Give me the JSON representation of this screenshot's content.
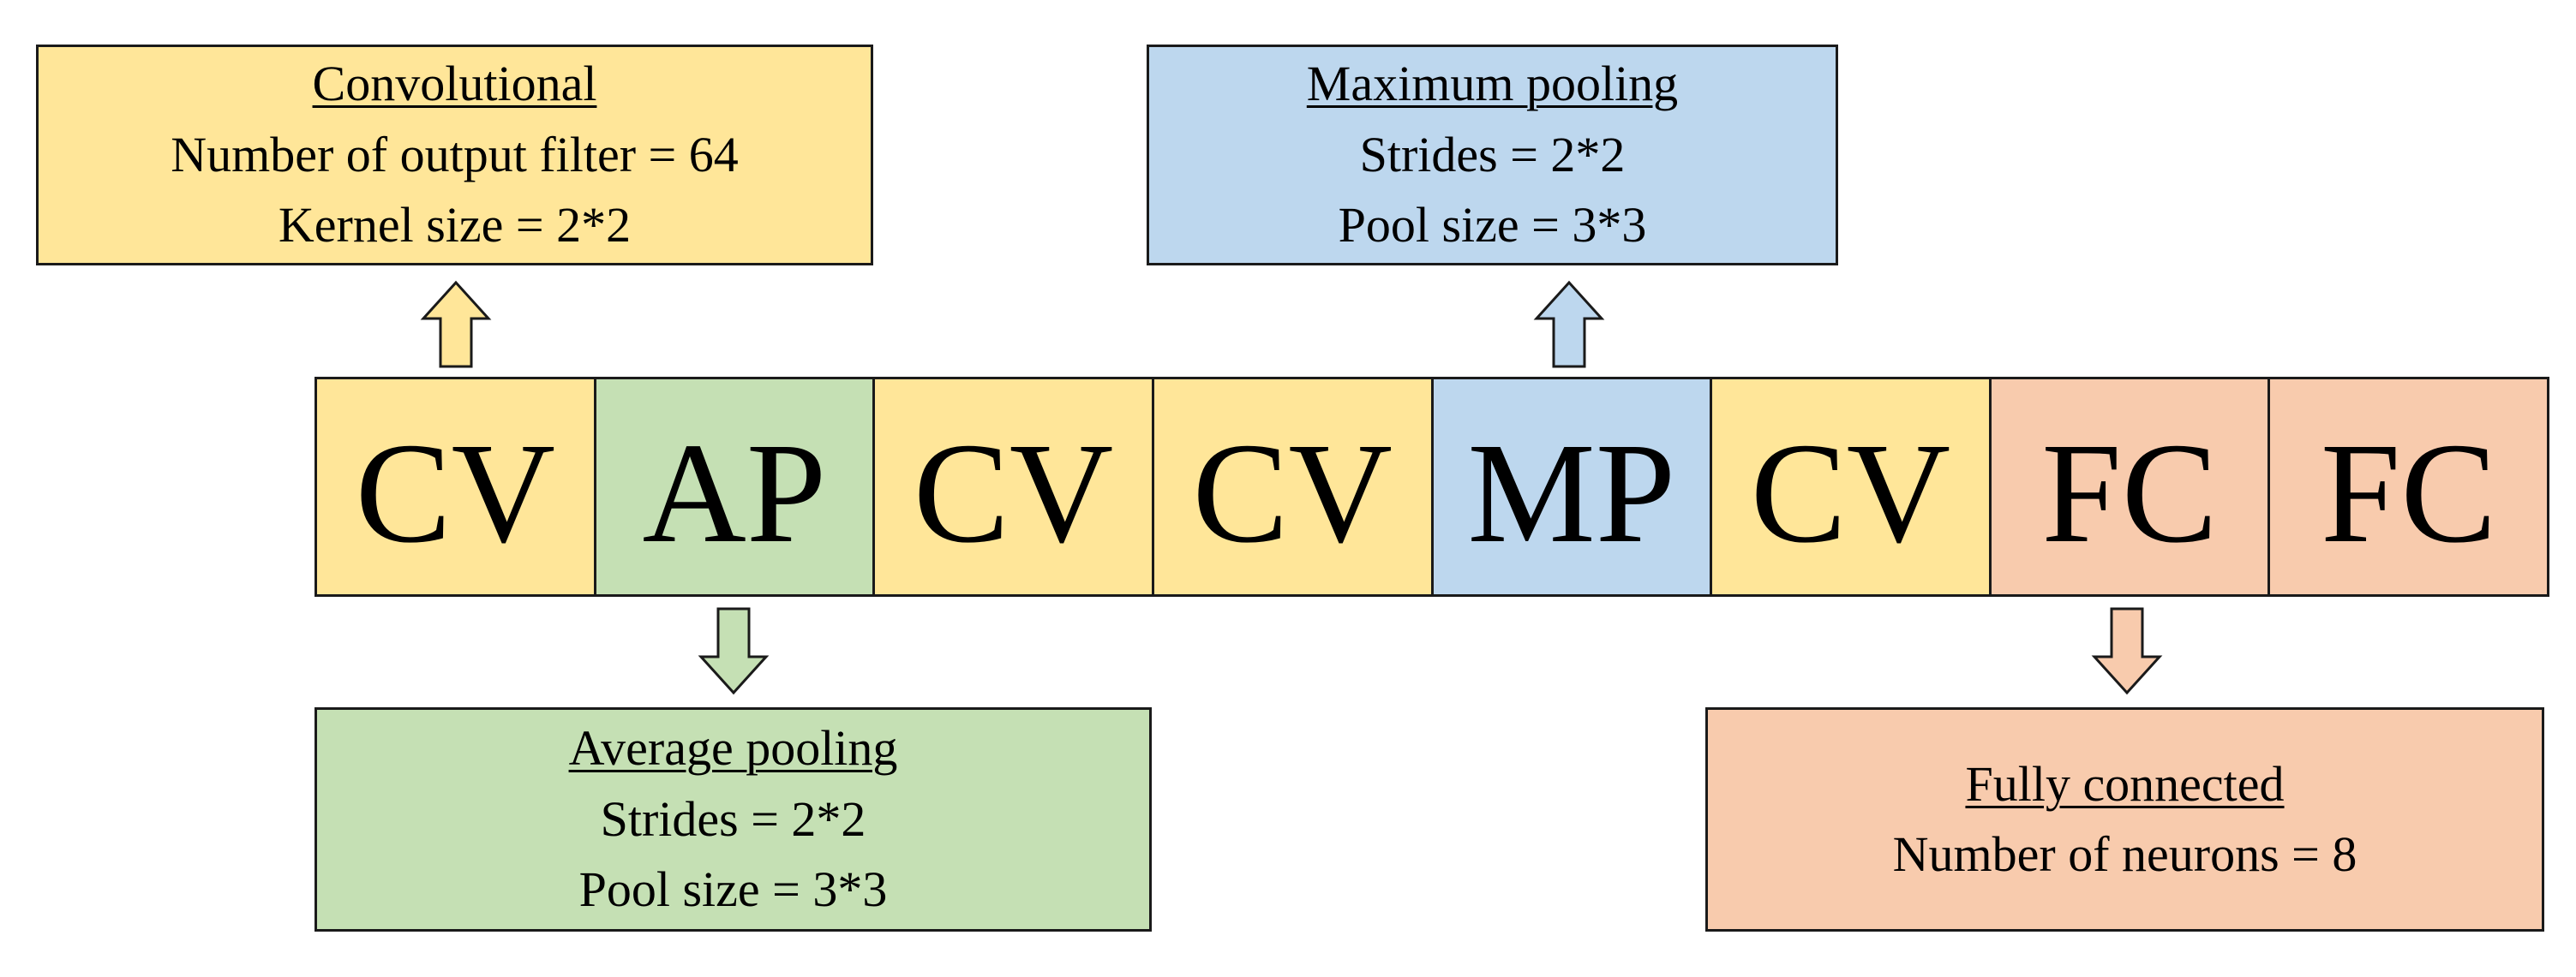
{
  "colors": {
    "convolutional": "#ffe699",
    "average_pooling": "#c5e0b4",
    "maximum_pooling": "#bdd7ee",
    "fully_connected": "#f8cbad",
    "border": "#1a1a1a"
  },
  "layers": [
    {
      "label": "CV",
      "kind": "convolutional"
    },
    {
      "label": "AP",
      "kind": "average_pooling"
    },
    {
      "label": "CV",
      "kind": "convolutional"
    },
    {
      "label": "CV",
      "kind": "convolutional"
    },
    {
      "label": "MP",
      "kind": "maximum_pooling"
    },
    {
      "label": "CV",
      "kind": "convolutional"
    },
    {
      "label": "FC",
      "kind": "fully_connected"
    },
    {
      "label": "FC",
      "kind": "fully_connected"
    }
  ],
  "info_boxes": {
    "convolutional": {
      "title": "Convolutional",
      "lines": [
        "Number of output filter = 64",
        "Kernel size = 2*2"
      ]
    },
    "maximum_pooling": {
      "title": "Maximum pooling",
      "lines": [
        "Strides = 2*2",
        "Pool size = 3*3"
      ]
    },
    "average_pooling": {
      "title": "Average pooling",
      "lines": [
        "Strides = 2*2",
        "Pool size = 3*3"
      ]
    },
    "fully_connected": {
      "title": "Fully connected",
      "lines": [
        "Number of neurons = 8"
      ]
    }
  },
  "arrows": [
    {
      "direction": "up",
      "kind": "convolutional",
      "from_layer": 0
    },
    {
      "direction": "up",
      "kind": "maximum_pooling",
      "from_layer": 4
    },
    {
      "direction": "down",
      "kind": "average_pooling",
      "from_layer": 1
    },
    {
      "direction": "down",
      "kind": "fully_connected",
      "from_layer": 6
    }
  ]
}
